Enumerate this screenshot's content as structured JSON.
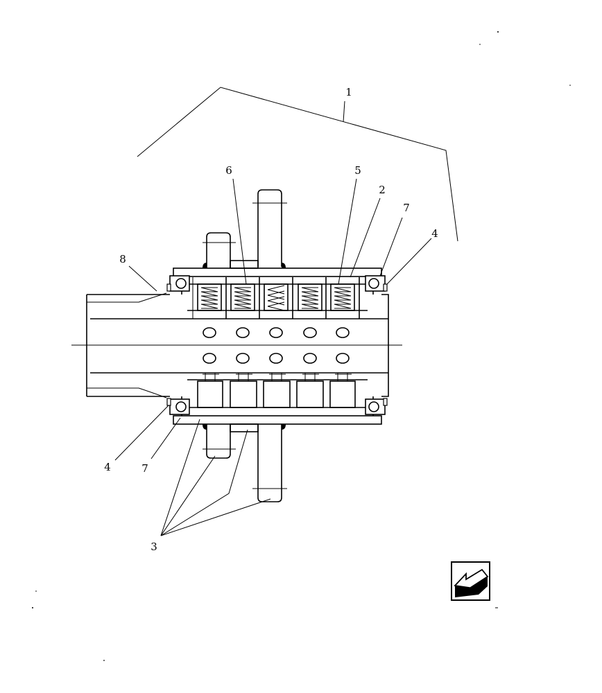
{
  "diagram": {
    "callouts": [
      {
        "id": "c1",
        "label": "1"
      },
      {
        "id": "c2",
        "label": "2"
      },
      {
        "id": "c3",
        "label": "3"
      },
      {
        "id": "c4a",
        "label": "4"
      },
      {
        "id": "c4b",
        "label": "4"
      },
      {
        "id": "c5",
        "label": "5"
      },
      {
        "id": "c6",
        "label": "6"
      },
      {
        "id": "c7a",
        "label": "7"
      },
      {
        "id": "c7b",
        "label": "7"
      },
      {
        "id": "c8",
        "label": "8"
      }
    ]
  },
  "nav": {
    "icon": "back-arrow-icon"
  }
}
